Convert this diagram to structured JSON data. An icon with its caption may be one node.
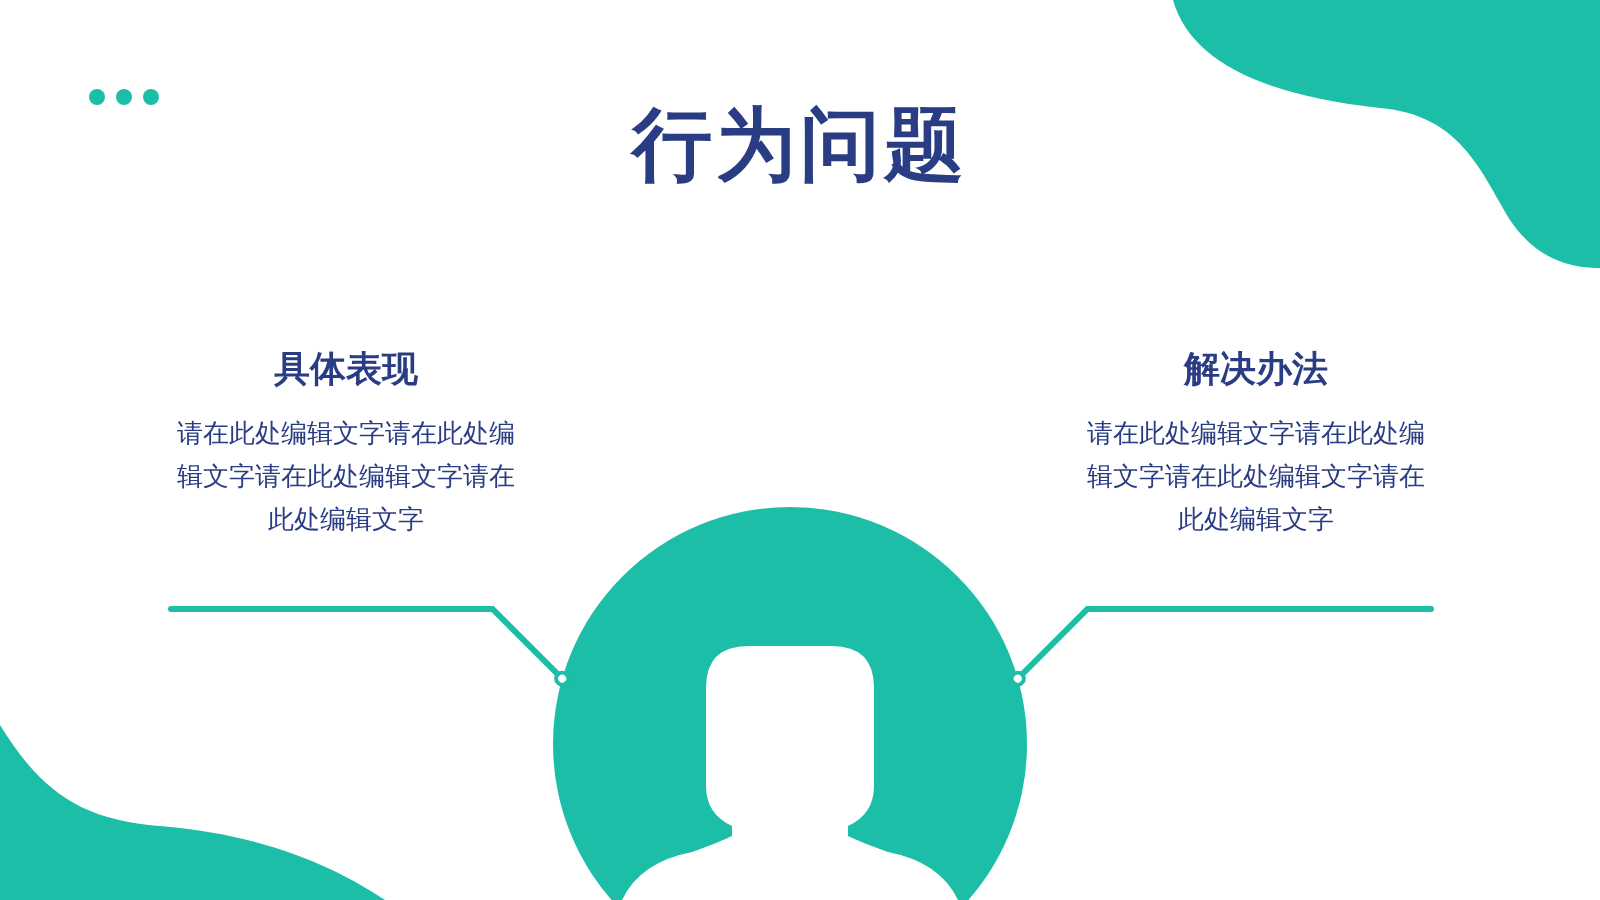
{
  "diagram": {
    "title": "行为问题",
    "nodes": [
      {
        "text": [
          "具体表现",
          "请在此处编辑文字请在此处编辑文字请在此处编辑文字请在此处编辑文字"
        ]
      },
      {
        "text": [
          "解决办法",
          "请在此处编辑文字请在此处编辑文字请在此处编辑文字请在此处编辑文字"
        ]
      },
      {
        "text": [],
        "shape": "person"
      }
    ],
    "edges": [
      {
        "from": 0,
        "to": 2,
        "arrow": "other"
      },
      {
        "from": 1,
        "to": 2,
        "arrow": "other"
      }
    ]
  }
}
